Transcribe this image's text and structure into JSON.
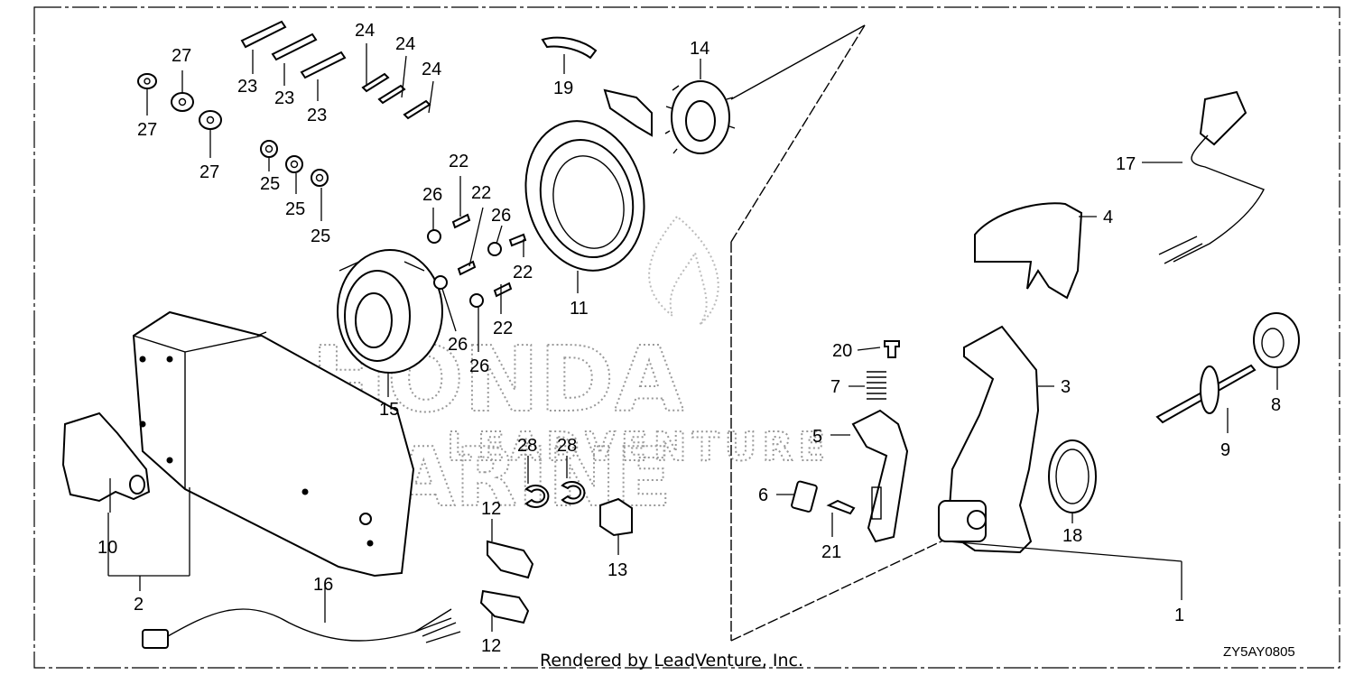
{
  "diagram": {
    "callouts": {
      "c1": "1",
      "c2": "2",
      "c3": "3",
      "c4": "4",
      "c5": "5",
      "c6": "6",
      "c7": "7",
      "c8": "8",
      "c9": "9",
      "c10": "10",
      "c11": "11",
      "c12a": "12",
      "c12b": "12",
      "c13": "13",
      "c14": "14",
      "c15": "15",
      "c16": "16",
      "c17": "17",
      "c18": "18",
      "c19": "19",
      "c20": "20",
      "c21": "21",
      "c22a": "22",
      "c22b": "22",
      "c22c": "22",
      "c22d": "22",
      "c23a": "23",
      "c23b": "23",
      "c23c": "23",
      "c24a": "24",
      "c24b": "24",
      "c24c": "24",
      "c25a": "25",
      "c25b": "25",
      "c25c": "25",
      "c26a": "26",
      "c26b": "26",
      "c26c": "26",
      "c26d": "26",
      "c27a": "27",
      "c27b": "27",
      "c27c": "27",
      "c28a": "28",
      "c28b": "28"
    },
    "watermark": {
      "line1": "HONDA",
      "line2": "LEADVENTURE",
      "line3": "MARINE"
    },
    "footer_credit": "Rendered by LeadVenture, Inc.",
    "diagram_code": "ZY5AY0805"
  }
}
